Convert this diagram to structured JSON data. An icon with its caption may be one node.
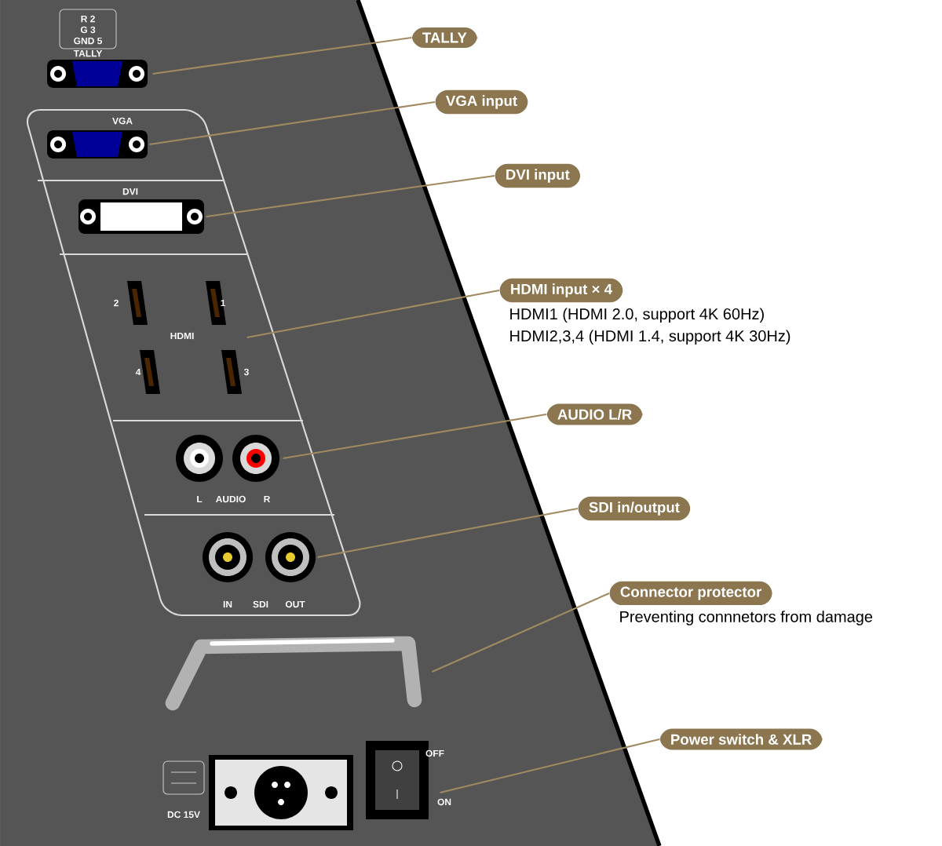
{
  "diagram": {
    "nodes": [
      {
        "text": [
          "TALLY"
        ]
      },
      {
        "text": [
          "VGA input"
        ]
      },
      {
        "text": [
          "DVI input"
        ]
      },
      {
        "text": [
          "HDMI input × 4"
        ],
        "beside": [
          "HDMI1 (HDMI 2.0, support 4K 60Hz)",
          "HDMI2,3,4 (HDMI 1.4, support 4K 30Hz)"
        ]
      },
      {
        "text": [
          "AUDIO L/R"
        ]
      },
      {
        "text": [
          "SDI in/output"
        ]
      },
      {
        "text": [
          "Connector protector"
        ],
        "beside": [
          "Preventing connnetors from damage"
        ]
      },
      {
        "text": [
          "Power switch & XLR"
        ]
      },
      {
        "text": [],
        "shape": "picture"
      },
      {
        "text": [],
        "shape": "picture"
      },
      {
        "text": [],
        "shape": "picture"
      },
      {
        "text": [],
        "shape": "picture"
      },
      {
        "text": [],
        "shape": "picture"
      },
      {
        "text": [],
        "shape": "picture"
      },
      {
        "text": [],
        "shape": "picture"
      },
      {
        "text": [],
        "shape": "picture"
      }
    ],
    "edges": [
      {
        "from": 0,
        "to": 8,
        "arrow": "none"
      },
      {
        "from": 1,
        "to": 9,
        "arrow": "none"
      },
      {
        "from": 2,
        "to": 10,
        "arrow": "none"
      },
      {
        "from": 3,
        "to": 11,
        "arrow": "none"
      },
      {
        "from": 4,
        "to": 12,
        "arrow": "none"
      },
      {
        "from": 5,
        "to": 13,
        "arrow": "none"
      },
      {
        "from": 6,
        "to": 14,
        "arrow": "none"
      },
      {
        "from": 7,
        "to": 15,
        "arrow": "none"
      }
    ],
    "labels": [
      "R 2",
      "G 3",
      "GND 5",
      "TALLY",
      "VGA",
      "DVI",
      "2",
      "1",
      "HDMI",
      "4",
      "3",
      "L",
      "AUDIO",
      "R",
      "IN",
      "SDI",
      "OUT",
      "OFF",
      "DC 15V",
      "ON"
    ]
  }
}
